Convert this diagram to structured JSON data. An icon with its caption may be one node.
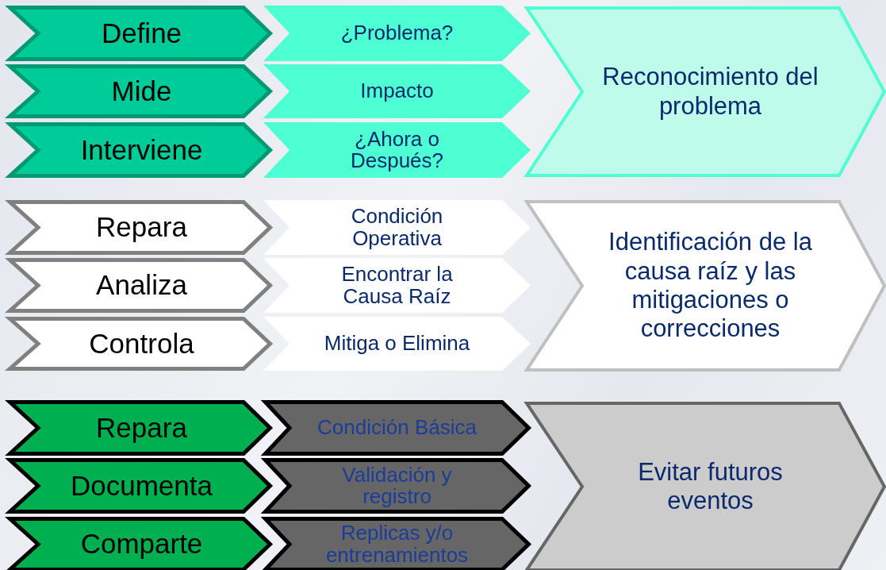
{
  "diagram": {
    "nodes": [
      {
        "text": [
          "Define"
        ]
      },
      {
        "text": [
          "¿Problema?"
        ]
      },
      {
        "text": [
          "Mide"
        ]
      },
      {
        "text": [
          "Impacto"
        ]
      },
      {
        "text": [
          "Interviene"
        ]
      },
      {
        "text": [
          "¿Ahora o Después?"
        ]
      },
      {
        "text": [
          "Reconocimiento del problema"
        ]
      },
      {
        "text": [
          "Repara"
        ]
      },
      {
        "text": [
          "Condición Operativa"
        ]
      },
      {
        "text": [
          "Analiza"
        ]
      },
      {
        "text": [
          "Encontrar la Causa Raíz"
        ]
      },
      {
        "text": [
          "Controla"
        ]
      },
      {
        "text": [
          "Mitiga o Elimina"
        ]
      },
      {
        "text": [
          "Identificación de la causa raíz y las mitigaciones o correcciones"
        ]
      },
      {
        "text": [
          "Repara"
        ]
      },
      {
        "text": [
          "Condición Básica"
        ]
      },
      {
        "text": [
          "Documenta"
        ]
      },
      {
        "text": [
          "Validación y registro"
        ]
      },
      {
        "text": [
          "Comparte"
        ]
      },
      {
        "text": [
          "Replicas y/o entrenamientos"
        ]
      },
      {
        "text": [
          "Evitar futuros eventos"
        ]
      }
    ]
  }
}
